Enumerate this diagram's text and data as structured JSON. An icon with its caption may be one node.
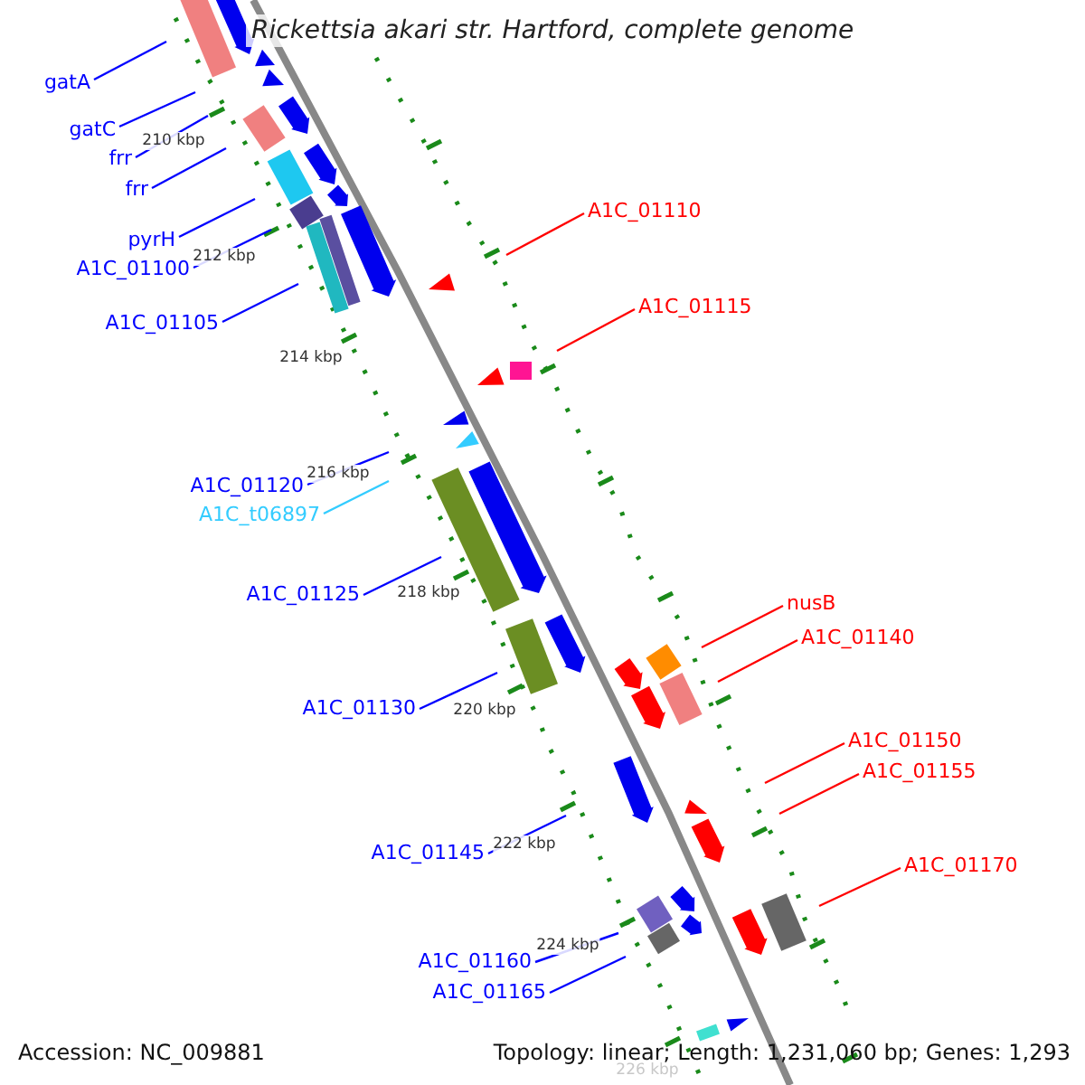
{
  "diagram": {
    "title": "Rickettsia akari str. Hartford, complete genome",
    "nodes": [
      {
        "text": [
          "gatA"
        ]
      },
      {
        "text": [
          "gatC"
        ]
      },
      {
        "text": [
          "frr"
        ]
      },
      {
        "text": [
          "frr"
        ]
      },
      {
        "text": [
          "A1C_01110"
        ]
      },
      {
        "text": [
          "pyrH"
        ]
      },
      {
        "text": [
          "A1C_01100"
        ]
      },
      {
        "text": [
          "A1C_01115"
        ]
      },
      {
        "text": [
          "A1C_01105"
        ]
      },
      {
        "text": [
          "A1C_01120"
        ]
      },
      {
        "text": [
          "A1C_t06897"
        ]
      },
      {
        "text": [
          "A1C_01125"
        ]
      },
      {
        "text": [
          "nusB"
        ]
      },
      {
        "text": [
          "A1C_01140"
        ]
      },
      {
        "text": [
          "A1C_01130"
        ]
      },
      {
        "text": [
          "A1C_01150"
        ]
      },
      {
        "text": [
          "A1C_01155"
        ]
      },
      {
        "text": [
          "A1C_01145"
        ]
      },
      {
        "text": [
          "A1C_01170"
        ]
      },
      {
        "text": [
          "A1C_01160"
        ]
      },
      {
        "text": [
          "A1C_01165"
        ]
      }
    ],
    "edges": [
      {
        "from": 0,
        "to": null,
        "arrow": "none"
      },
      {
        "from": 1,
        "to": null,
        "arrow": "none"
      },
      {
        "from": 2,
        "to": null,
        "arrow": "none"
      },
      {
        "from": 3,
        "to": null,
        "arrow": "none"
      },
      {
        "from": 4,
        "to": null,
        "arrow": "none",
        "color": "#ff0000"
      },
      {
        "from": 5,
        "to": null,
        "arrow": "none"
      },
      {
        "from": 6,
        "to": null,
        "arrow": "none"
      },
      {
        "from": 7,
        "to": null,
        "arrow": "none",
        "color": "#ff0000"
      },
      {
        "from": 8,
        "to": null,
        "arrow": "none"
      },
      {
        "from": 9,
        "to": null,
        "arrow": "none"
      },
      {
        "from": 10,
        "to": null,
        "arrow": "none",
        "color": "#33ccff"
      },
      {
        "from": 11,
        "to": null,
        "arrow": "none"
      },
      {
        "from": 12,
        "to": null,
        "arrow": "none",
        "color": "#ff0000"
      },
      {
        "from": 13,
        "to": null,
        "arrow": "none",
        "color": "#ff0000"
      },
      {
        "from": 14,
        "to": null,
        "arrow": "none"
      },
      {
        "from": 15,
        "to": null,
        "arrow": "none",
        "color": "#ff0000"
      },
      {
        "from": 16,
        "to": null,
        "arrow": "none",
        "color": "#ff0000"
      },
      {
        "from": 17,
        "to": null,
        "arrow": "none"
      },
      {
        "from": 18,
        "to": null,
        "arrow": "none",
        "color": "#ff0000"
      },
      {
        "from": 19,
        "to": null,
        "arrow": "none"
      },
      {
        "from": 20,
        "to": null,
        "arrow": "none"
      }
    ],
    "labels": [
      "210 kbp",
      "212 kbp",
      "214 kbp",
      "216 kbp",
      "218 kbp",
      "220 kbp",
      "222 kbp",
      "224 kbp",
      "226 kbp",
      "Accession: NC_009881",
      "Topology: linear; Length: 1,231,060 bp; Genes: 1,293"
    ]
  }
}
